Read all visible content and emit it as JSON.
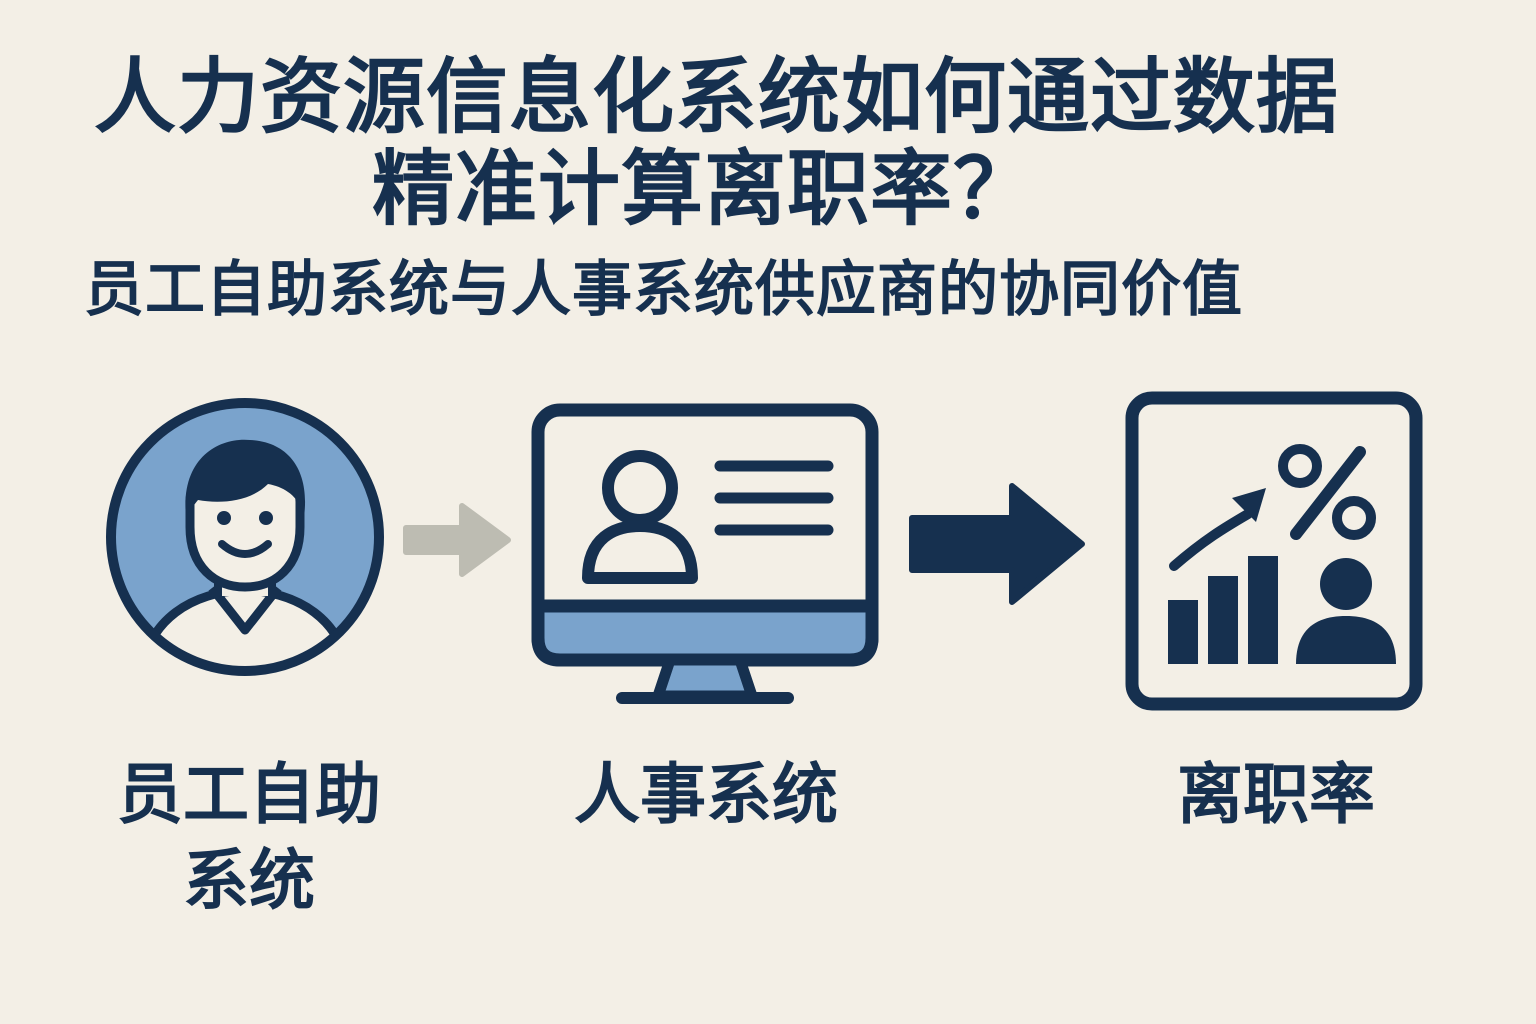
{
  "title": {
    "line1": "人力资源信息化系统如何通过数据",
    "line2": "精准计算离职率？",
    "subtitle": "员工自助系统与人事系统供应商的协同价值"
  },
  "flow": {
    "nodes": [
      {
        "id": "employee-self-service",
        "label_line1": "员工自助",
        "label_line2": "系统",
        "icon": "employee-avatar-icon"
      },
      {
        "id": "hr-system",
        "label": "人事系统",
        "icon": "monitor-profile-icon"
      },
      {
        "id": "turnover-rate",
        "label": "离职率",
        "icon": "chart-percent-icon"
      }
    ],
    "arrows": [
      {
        "from": "employee-self-service",
        "to": "hr-system",
        "style": "light"
      },
      {
        "from": "hr-system",
        "to": "turnover-rate",
        "style": "bold"
      }
    ]
  },
  "colors": {
    "background": "#f3efe6",
    "navy": "#16304f",
    "light_blue": "#7aa3cc",
    "gray_arrow": "#bdbcb2"
  }
}
